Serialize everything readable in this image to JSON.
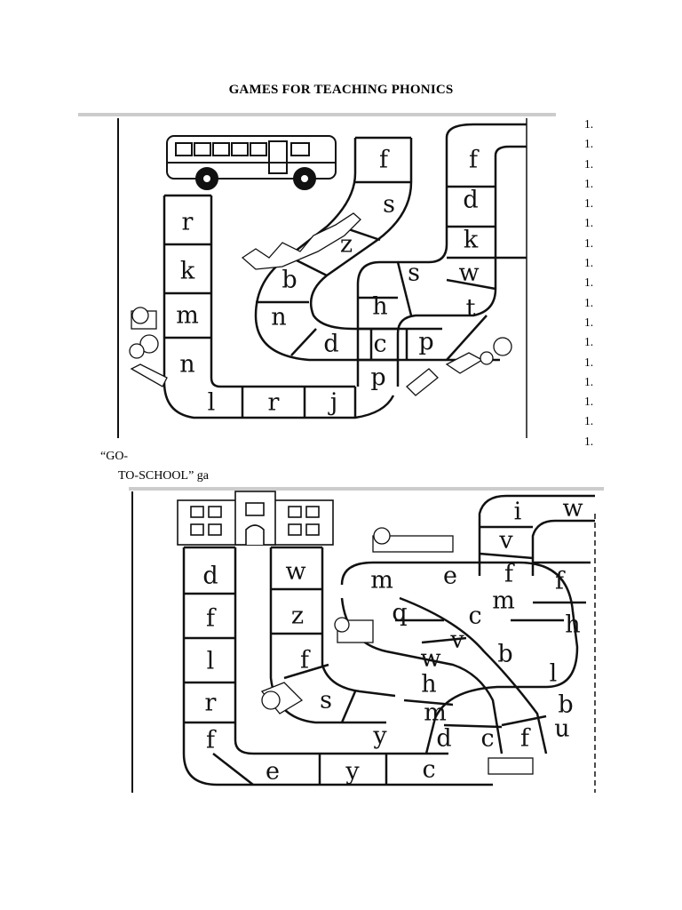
{
  "title": "GAMES FOR TEACHING PHONICS",
  "numbers": [
    "1.",
    "1.",
    "1.",
    "1.",
    "1.",
    "1.",
    "1.",
    "1.",
    "1.",
    "1.",
    "1.",
    "1.",
    "1.",
    "1.",
    "1.",
    "1.",
    "1."
  ],
  "caption": {
    "line1": "“GO-",
    "line2": "TO-SCHOOL” ga"
  },
  "board1": {
    "left_column": [
      "r",
      "k",
      "m",
      "n"
    ],
    "bottom_row": [
      "l",
      "r",
      "j"
    ],
    "middle_path": [
      "f",
      "s",
      "z",
      "b",
      "n",
      "d",
      "c",
      "p"
    ],
    "right_path": [
      "f",
      "d",
      "k",
      "w",
      "t",
      "p",
      "s",
      "h"
    ]
  },
  "board2": {
    "left_column": [
      "d",
      "f",
      "l",
      "r",
      "f"
    ],
    "bottom_row": [
      "e",
      "y",
      "c"
    ],
    "middle_column": [
      "w",
      "z",
      "f",
      "s",
      "y"
    ],
    "center_cells": [
      "m",
      "e",
      "f",
      "m",
      "c",
      "q",
      "v",
      "w",
      "b",
      "h",
      "m",
      "d",
      "c",
      "f"
    ],
    "right_cells": [
      "i",
      "w",
      "v",
      "f",
      "h",
      "l",
      "b",
      "u"
    ]
  }
}
